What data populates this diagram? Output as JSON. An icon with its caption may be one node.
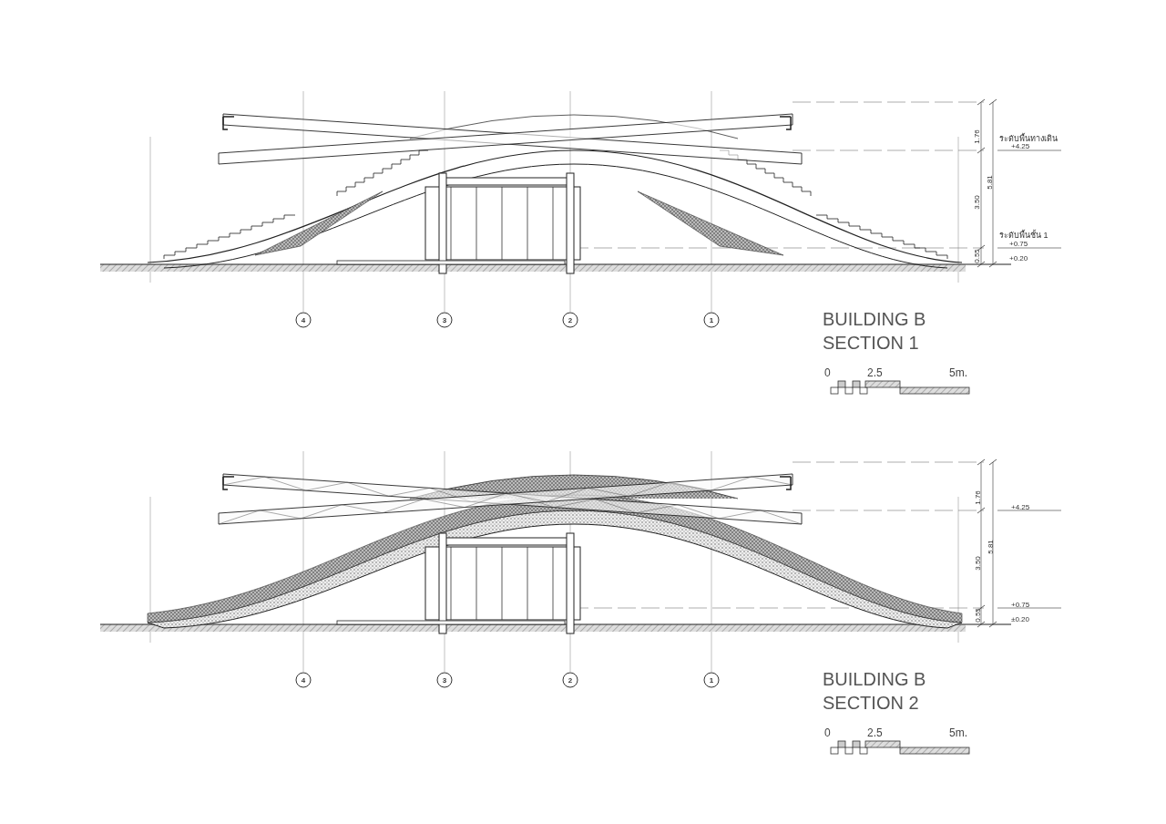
{
  "diagram": {
    "labels": [
      "1.76",
      "ระดับพื้นทางเดิน",
      "+4.25",
      "5.81",
      "3.50",
      "ระดับพื้นชั้น 1",
      "+0.75",
      "0.55",
      "+0.20",
      "4",
      "3",
      "2",
      "1",
      "BUILDING B",
      "SECTION 1",
      "0",
      "2.5",
      "5m.",
      "1.76",
      "+4.25",
      "5.81",
      "3.50",
      "+0.75",
      "0.55",
      "±0.20",
      "4",
      "3",
      "2",
      "1",
      "BUILDING B",
      "SECTION 2",
      "0",
      "2.5",
      "5m."
    ]
  }
}
